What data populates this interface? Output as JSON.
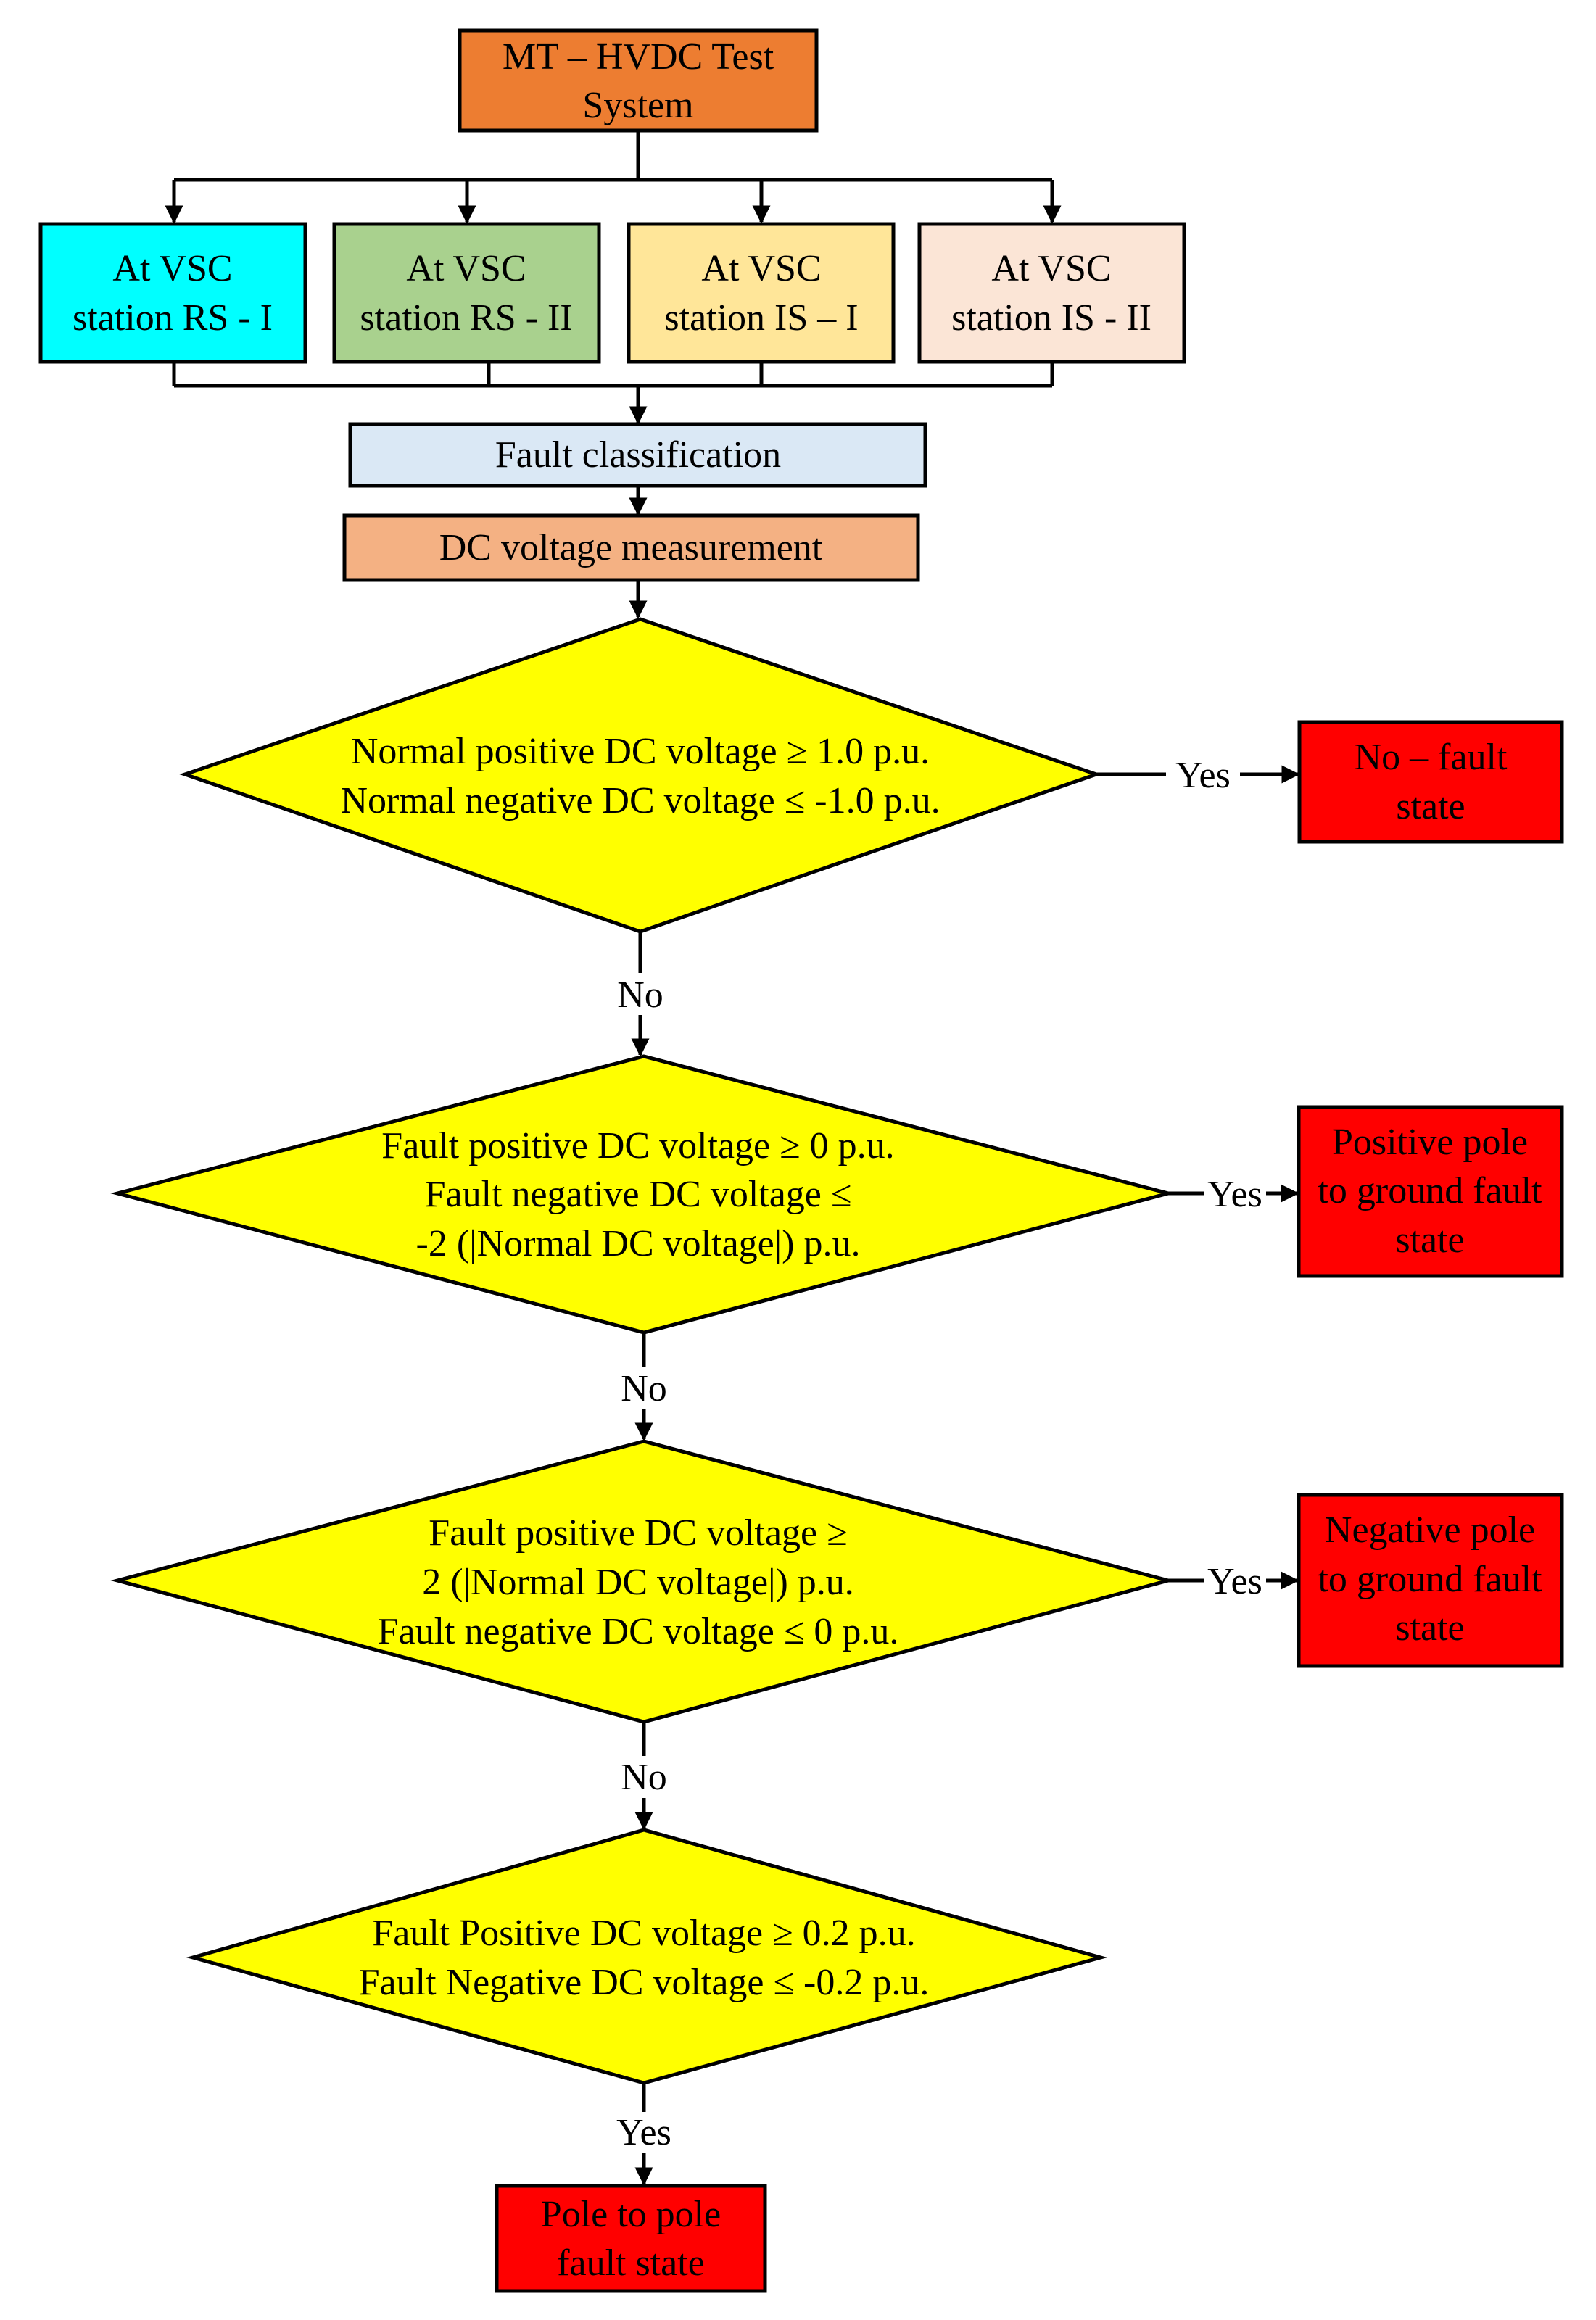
{
  "nodes": {
    "test_system": {
      "lines": [
        "MT – HVDC Test",
        "System"
      ],
      "fill": "#ED7D31"
    },
    "vsc_rs1": {
      "lines": [
        "At VSC",
        "station RS - I"
      ],
      "fill": "#00FFFF"
    },
    "vsc_rs2": {
      "lines": [
        "At VSC",
        "station RS - II"
      ],
      "fill": "#A9D18E"
    },
    "vsc_is1": {
      "lines": [
        "At VSC",
        "station IS – I"
      ],
      "fill": "#FFE699"
    },
    "vsc_is2": {
      "lines": [
        "At VSC",
        "station IS - II"
      ],
      "fill": "#FBE5D6"
    },
    "fault_classification": {
      "lines": [
        "Fault classification"
      ],
      "fill": "#DAE8F5"
    },
    "dc_measurement": {
      "lines": [
        "DC voltage measurement"
      ],
      "fill": "#F4B183"
    },
    "decision1": {
      "lines": [
        "Normal positive DC voltage  ≥  1.0 p.u.",
        "Normal negative DC voltage ≤ -1.0 p.u."
      ],
      "fill": "#FFFF00"
    },
    "decision2": {
      "lines": [
        "Fault positive DC voltage ≥ 0 p.u.",
        "Fault negative DC voltage ≤",
        "-2 (|Normal DC voltage|) p.u."
      ],
      "fill": "#FFFF00"
    },
    "decision3": {
      "lines": [
        "Fault positive DC voltage ≥",
        "2 (|Normal DC voltage|) p.u.",
        "Fault negative DC voltage ≤ 0 p.u."
      ],
      "fill": "#FFFF00"
    },
    "decision4": {
      "lines": [
        "Fault Positive DC voltage ≥  0.2 p.u.",
        "Fault Negative DC voltage ≤ -0.2 p.u."
      ],
      "fill": "#FFFF00"
    },
    "no_fault": {
      "lines": [
        "No – fault",
        "state"
      ],
      "fill": "#FF0000"
    },
    "positive_pole_fault": {
      "lines": [
        "Positive pole",
        "to ground fault",
        "state"
      ],
      "fill": "#FF0000"
    },
    "negative_pole_fault": {
      "lines": [
        "Negative pole",
        "to ground fault",
        "state"
      ],
      "fill": "#FF0000"
    },
    "pole_to_pole_fault": {
      "lines": [
        "Pole to pole",
        "fault state"
      ],
      "fill": "#FF0000"
    }
  },
  "edge_labels": {
    "d1_yes": "Yes",
    "d1_no": "No",
    "d2_yes": "Yes",
    "d2_no": "No",
    "d3_yes": "Yes",
    "d3_no": "No",
    "d4_yes": "Yes"
  }
}
